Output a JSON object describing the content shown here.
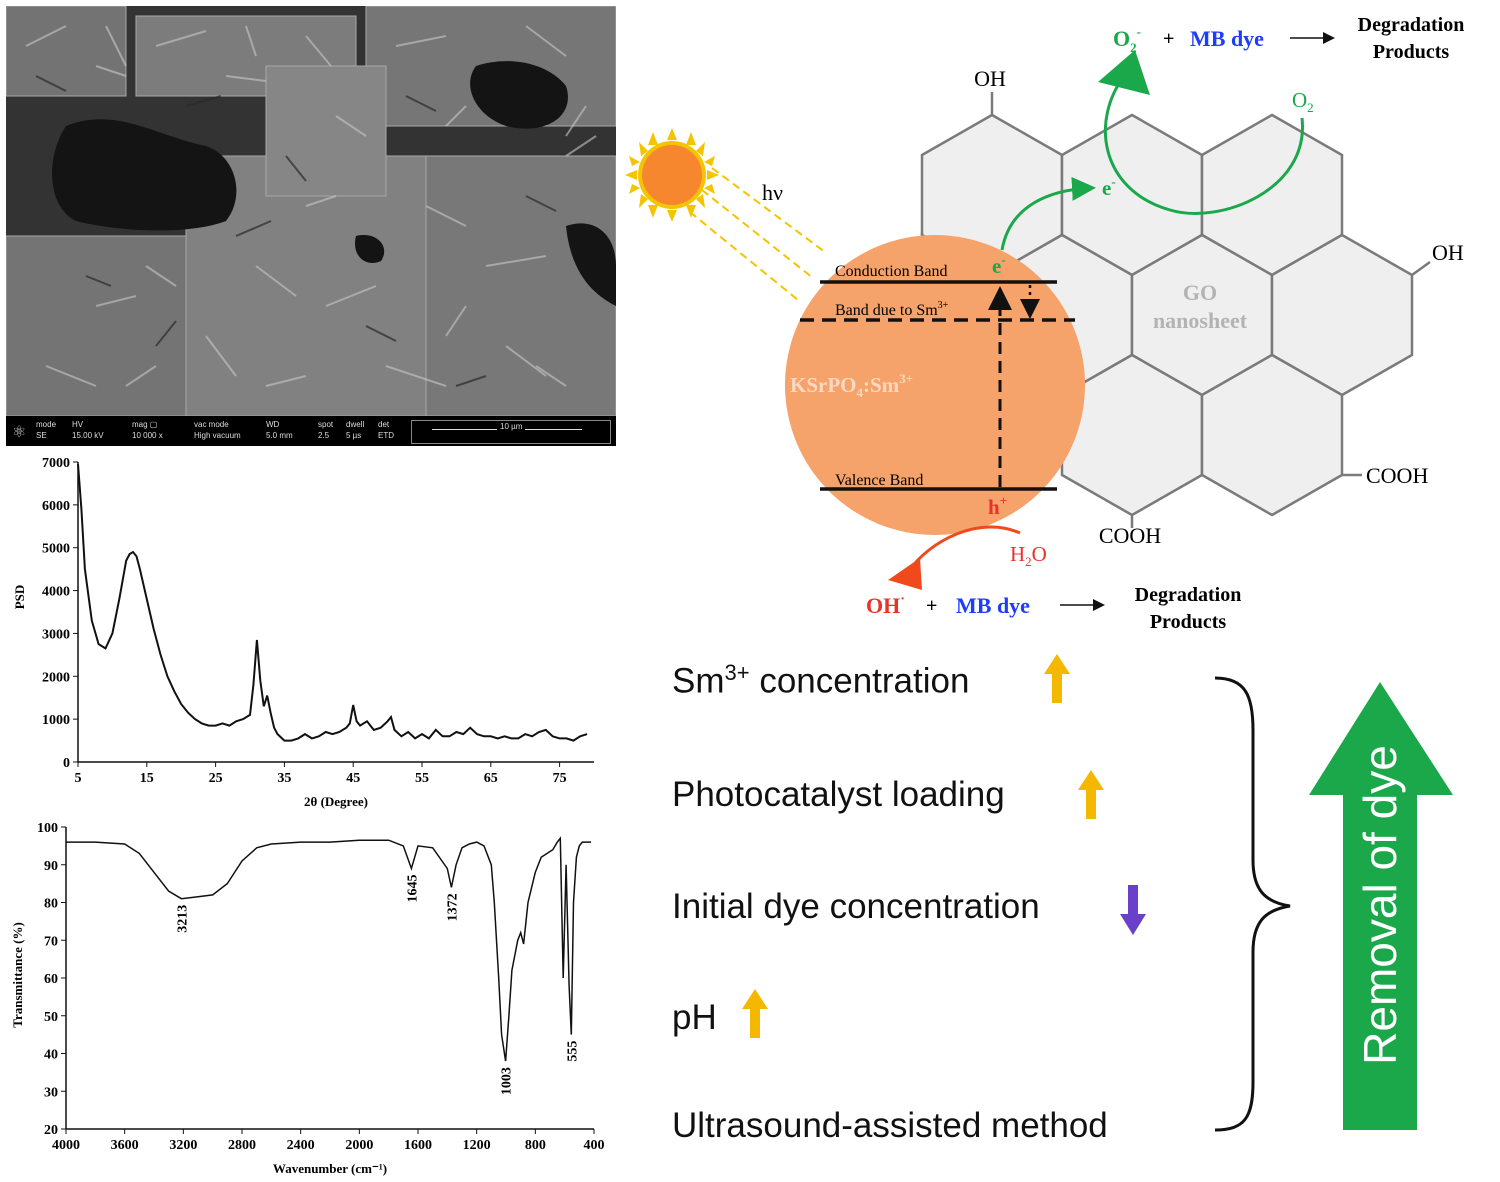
{
  "sem": {
    "bar": [
      {
        "head": "mode",
        "val": "SE"
      },
      {
        "head": "HV",
        "val": "15.00 kV"
      },
      {
        "head": "mag ▢",
        "val": "10 000 x"
      },
      {
        "head": "vac mode",
        "val": "High vacuum"
      },
      {
        "head": "WD",
        "val": "5.0 mm"
      },
      {
        "head": "spot",
        "val": "2.5"
      },
      {
        "head": "dwell",
        "val": "5 µs"
      },
      {
        "head": "det",
        "val": "ETD"
      }
    ],
    "scale_label": "10 µm"
  },
  "chart_data": [
    {
      "type": "line",
      "ylabel": "PSD",
      "xlabel": "2θ (Degree)",
      "xlim": [
        5,
        80
      ],
      "ylim": [
        0,
        7000
      ],
      "xticks": [
        5,
        15,
        25,
        35,
        45,
        55,
        65,
        75
      ],
      "yticks": [
        0,
        1000,
        2000,
        3000,
        4000,
        5000,
        6000,
        7000
      ],
      "x": [
        5,
        5.5,
        6,
        7,
        8,
        9,
        10,
        11,
        12,
        12.5,
        13,
        13.5,
        14,
        15,
        16,
        17,
        18,
        19,
        20,
        21,
        22,
        23,
        24,
        25,
        26,
        27,
        28,
        29,
        30,
        30.5,
        31,
        31.5,
        32,
        32.5,
        33,
        33.5,
        34,
        35,
        36,
        37,
        38,
        39,
        40,
        41,
        42,
        43,
        44,
        44.5,
        45,
        45.5,
        46,
        47,
        48,
        49,
        50,
        50.5,
        51,
        52,
        53,
        54,
        55,
        56,
        57,
        58,
        59,
        60,
        61,
        62,
        63,
        64,
        65,
        66,
        67,
        68,
        69,
        70,
        71,
        72,
        73,
        74,
        75,
        76,
        77,
        78,
        79,
        80
      ],
      "y": [
        6950,
        5900,
        4500,
        3300,
        2750,
        2650,
        3000,
        3800,
        4700,
        4850,
        4900,
        4800,
        4500,
        3800,
        3100,
        2500,
        2000,
        1650,
        1350,
        1150,
        1000,
        900,
        850,
        850,
        900,
        850,
        950,
        1000,
        1100,
        1800,
        2850,
        1900,
        1300,
        1550,
        1150,
        800,
        650,
        500,
        500,
        550,
        650,
        550,
        600,
        700,
        650,
        700,
        800,
        900,
        1330,
        950,
        850,
        950,
        750,
        800,
        950,
        1050,
        750,
        600,
        700,
        550,
        650,
        550,
        750,
        600,
        600,
        700,
        650,
        800,
        650,
        600,
        600,
        550,
        600,
        550,
        550,
        650,
        600,
        700,
        750,
        600,
        550,
        550,
        500,
        600,
        650
      ]
    },
    {
      "type": "line",
      "ylabel": "Transmittance (%)",
      "xlabel": "Wavenumber (cm⁻¹)",
      "xlim": [
        4000,
        400
      ],
      "ylim": [
        20,
        100
      ],
      "xticks": [
        4000,
        3600,
        3200,
        2800,
        2400,
        2000,
        1600,
        1200,
        800,
        400
      ],
      "yticks": [
        20,
        30,
        40,
        50,
        60,
        70,
        80,
        90,
        100
      ],
      "x": [
        4000,
        3800,
        3600,
        3500,
        3400,
        3300,
        3213,
        3100,
        3000,
        2900,
        2800,
        2700,
        2600,
        2400,
        2200,
        2000,
        1900,
        1800,
        1700,
        1645,
        1600,
        1500,
        1400,
        1372,
        1340,
        1300,
        1250,
        1200,
        1150,
        1100,
        1080,
        1050,
        1030,
        1003,
        980,
        960,
        940,
        920,
        900,
        880,
        850,
        800,
        760,
        720,
        680,
        650,
        630,
        610,
        590,
        570,
        555,
        540,
        520,
        500,
        480,
        460,
        440,
        420
      ],
      "y": [
        96,
        96,
        95.5,
        93,
        88,
        83,
        81,
        81.5,
        82,
        85,
        91,
        94.5,
        95.5,
        96,
        96,
        96.5,
        96.5,
        96.5,
        95,
        89,
        95,
        94.5,
        89,
        84,
        90,
        94.5,
        95.5,
        96,
        95,
        90,
        80,
        60,
        45,
        38,
        50,
        62,
        66,
        70,
        72,
        69,
        80,
        88,
        92,
        93,
        94,
        96,
        97,
        60,
        90,
        58,
        45,
        80,
        92,
        95,
        96,
        96,
        96,
        96
      ],
      "peak_labels": [
        {
          "x": 3213,
          "label": "3213"
        },
        {
          "x": 1645,
          "label": "1645"
        },
        {
          "x": 1372,
          "label": "1372"
        },
        {
          "x": 1003,
          "label": "1003"
        },
        {
          "x": 555,
          "label": "555"
        }
      ]
    }
  ],
  "mechanism": {
    "light_label": "hν",
    "conduction_band": "Conduction Band",
    "sm_band": "Band due to Sm",
    "sm_band_sup": "3+",
    "valence_band": "Valence Band",
    "particle_label": "KSrPO",
    "particle_sub": "4",
    "particle_label2": ":Sm",
    "particle_sup": "3+",
    "go_line1": "GO",
    "go_line2": "nanosheet",
    "electron": "e",
    "electron_sup": "-",
    "hole": "h",
    "hole_sup": "+",
    "o2": "O",
    "o2_sub": "2",
    "h2o_h": "H",
    "h2o_sub": "2",
    "h2o_o": "O",
    "oh_top": "OH",
    "oh_right": "OH",
    "cooh_right": "COOH",
    "cooh_bottom": "COOH",
    "top_reaction": {
      "radical": "O",
      "radical_sub": "2",
      "radical_sup": "-",
      "plus": "+",
      "dye": "MB dye",
      "product1": "Degradation",
      "product2": "Products"
    },
    "bottom_reaction": {
      "radical": "OH",
      "radical_sup": "·",
      "plus": "+",
      "dye": "MB dye",
      "product1": "Degradation",
      "product2": "Products"
    }
  },
  "factors": [
    {
      "text": "Sm",
      "sup": "3+",
      "rest": " concentration",
      "direction": "up",
      "color": "#f5b800"
    },
    {
      "text": "Photocatalyst loading",
      "sup": "",
      "rest": "",
      "direction": "up",
      "color": "#f5b800"
    },
    {
      "text": "Initial dye concentration",
      "sup": "",
      "rest": "",
      "direction": "down",
      "color": "#6a3fc9"
    },
    {
      "text": "pH",
      "sup": "",
      "rest": "",
      "direction": "up",
      "color": "#f5b800"
    },
    {
      "text": "Ultrasound-assisted method",
      "sup": "",
      "rest": "",
      "direction": "none",
      "color": ""
    }
  ],
  "result_label": "Removal of dye",
  "colors": {
    "green": "#1aa84b",
    "particle": "#f5a36b",
    "red": "#e8322a",
    "blue": "#1e3cff",
    "go_fill": "#efefef"
  }
}
